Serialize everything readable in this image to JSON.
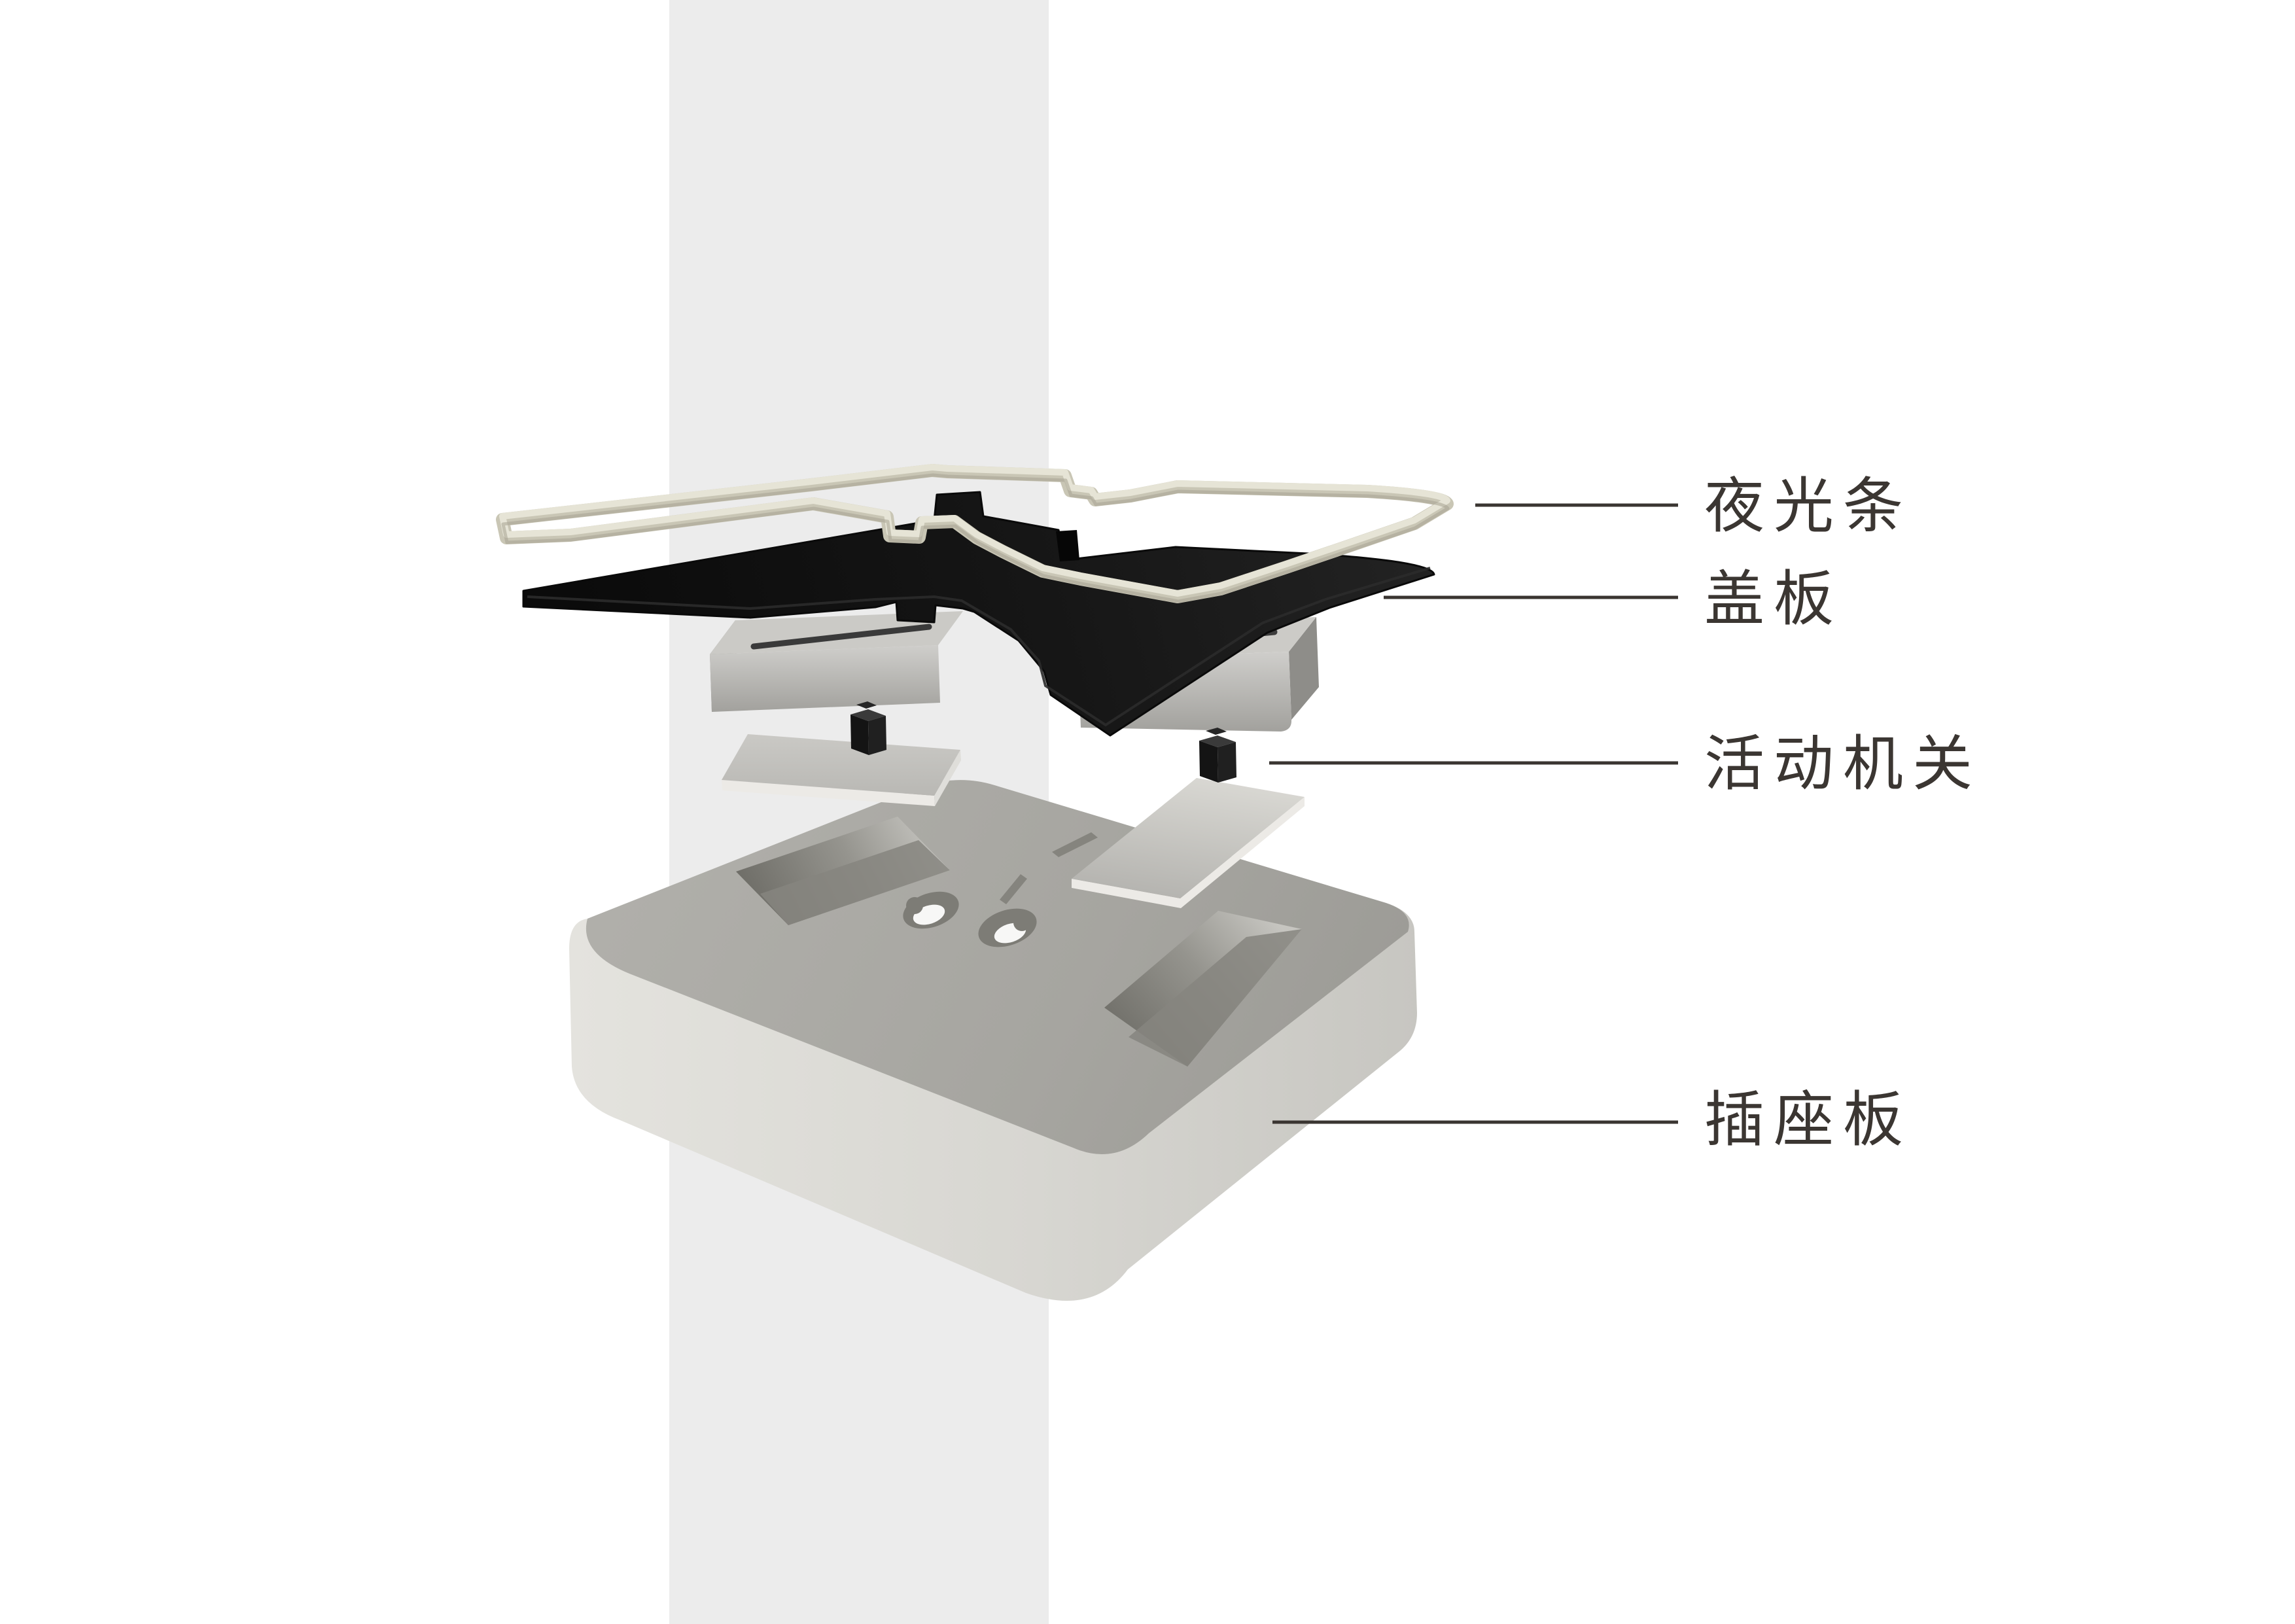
{
  "diagram": {
    "type": "exploded-view-socket-panel",
    "labels": [
      {
        "id": "night-strip",
        "text": "夜光条"
      },
      {
        "id": "cover-plate",
        "text": "盖板"
      },
      {
        "id": "mechanism",
        "text": "活动机关"
      },
      {
        "id": "socket-plate",
        "text": "插座板"
      }
    ],
    "colors": {
      "background": "#ffffff",
      "background_band": "#ececec",
      "luminous_strip": "#c9c6b5",
      "luminous_strip_highlight": "#e6e4d6",
      "cover_plate": "#161616",
      "mechanism_gray": "#c6c5c1",
      "actuator_black": "#141414",
      "base_plate_top": "#a8a7a2",
      "base_plate_side": "#d9d8d3",
      "recess_dark": "#6f6e68",
      "label_text": "#3b3632",
      "leader_line": "#3a3531"
    }
  }
}
